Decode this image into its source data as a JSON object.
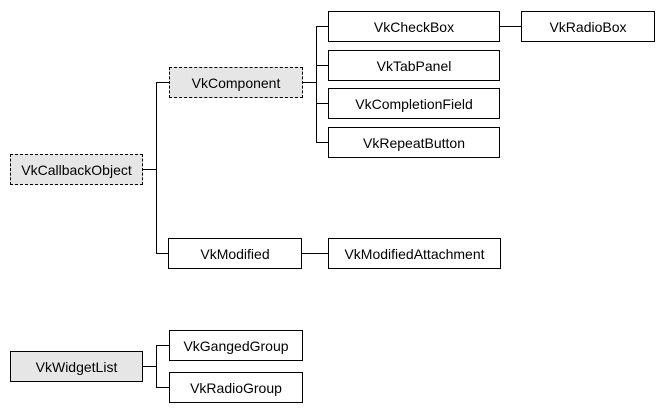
{
  "diagram": {
    "kind": "class-inheritance-tree",
    "colors": {
      "background": "#ffffff",
      "box_border": "#000000",
      "box_fill_white": "#ffffff",
      "box_fill_gray": "#e6e6e6",
      "text": "#000000",
      "connector": "#000000"
    },
    "legend_styles": {
      "dashed-gray": "dashed border, gray fill",
      "solid-gray": "solid border, gray fill",
      "solid-white": "solid border, white fill"
    }
  },
  "nodes": [
    {
      "id": "vkcallbackobject",
      "label": "VkCallbackObject",
      "style": "dashed-gray"
    },
    {
      "id": "vkcomponent",
      "label": "VkComponent",
      "style": "dashed-gray"
    },
    {
      "id": "vkcheckbox",
      "label": "VkCheckBox",
      "style": "solid-white"
    },
    {
      "id": "vkradiobox",
      "label": "VkRadioBox",
      "style": "solid-white"
    },
    {
      "id": "vktabpanel",
      "label": "VkTabPanel",
      "style": "solid-white"
    },
    {
      "id": "vkcompletionfield",
      "label": "VkCompletionField",
      "style": "solid-white"
    },
    {
      "id": "vkrepeatbutton",
      "label": "VkRepeatButton",
      "style": "solid-white"
    },
    {
      "id": "vkmodified",
      "label": "VkModified",
      "style": "solid-white"
    },
    {
      "id": "vkmodifiedattachment",
      "label": "VkModifiedAttachment",
      "style": "solid-white"
    },
    {
      "id": "vkwidgetlist",
      "label": "VkWidgetList",
      "style": "solid-gray"
    },
    {
      "id": "vkgangedgroup",
      "label": "VkGangedGroup",
      "style": "solid-white"
    },
    {
      "id": "vkradiogroup",
      "label": "VkRadioGroup",
      "style": "solid-white"
    }
  ],
  "edges": [
    {
      "from": "VkCallbackObject",
      "to": "VkComponent"
    },
    {
      "from": "VkCallbackObject",
      "to": "VkModified"
    },
    {
      "from": "VkComponent",
      "to": "VkCheckBox"
    },
    {
      "from": "VkComponent",
      "to": "VkTabPanel"
    },
    {
      "from": "VkComponent",
      "to": "VkCompletionField"
    },
    {
      "from": "VkComponent",
      "to": "VkRepeatButton"
    },
    {
      "from": "VkCheckBox",
      "to": "VkRadioBox"
    },
    {
      "from": "VkModified",
      "to": "VkModifiedAttachment"
    },
    {
      "from": "VkWidgetList",
      "to": "VkGangedGroup"
    },
    {
      "from": "VkWidgetList",
      "to": "VkRadioGroup"
    }
  ]
}
